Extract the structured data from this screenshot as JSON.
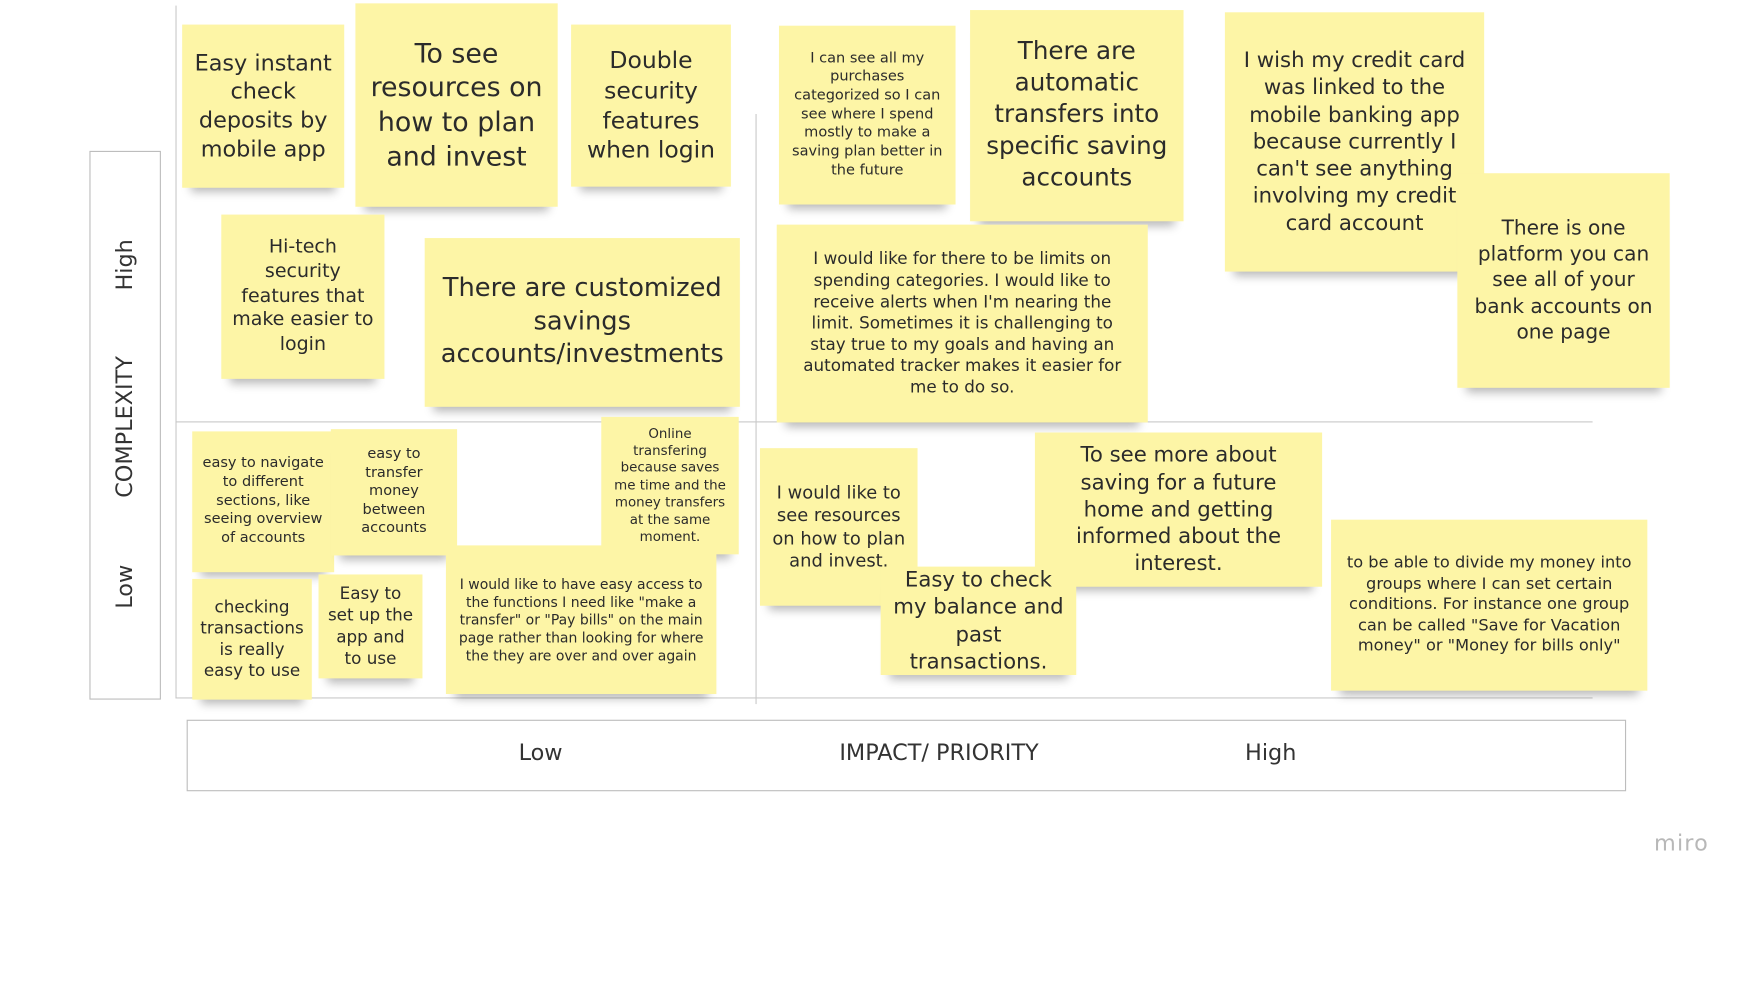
{
  "axes": {
    "x_title": "IMPACT/ PRIORITY",
    "x_low": "Low",
    "x_high": "High",
    "y_title": "COMPLEXITY",
    "y_low": "Low",
    "y_high": "High"
  },
  "notes": {
    "n1": "Easy instant check deposits by mobile app",
    "n2": "To see resources on how to plan and invest",
    "n3": "Double security features when login",
    "n4": "Hi-tech security features that make easier to login",
    "n5": "There are customized savings accounts/investments",
    "n6": "I can see all my purchases categorized so I can see where I spend mostly to make a saving plan better in the future",
    "n7": "There are automatic transfers into specific saving accounts",
    "n8": "I wish my credit card was linked to the mobile banking app because currently I can't see anything involving my credit card account",
    "n9": "There is one platform you can see all of your bank accounts on one page",
    "n10": "I would like for there to be limits on spending categories. I would like to receive alerts when I'm nearing the limit. Sometimes it is challenging to stay true to my goals and having an automated tracker makes it easier for me to do so.",
    "n11": "easy to navigate to different sections, like seeing overview of accounts",
    "n12": "easy to transfer money between accounts",
    "n13": "Online transfering because saves me time and the money transfers at the same moment.",
    "n14": "I would like to see resources on how to plan and invest.",
    "n15": "To see more about saving for a future home and getting informed about the interest.",
    "n16": "checking transactions is really easy to use",
    "n17": "Easy to set up the app and to use",
    "n18": "I would like to have easy access to the functions I need like \"make a transfer\" or \"Pay bills\"  on the main page rather than looking for where the they are over and over again",
    "n19": "Easy to check my balance and past transactions.",
    "n20": "to be able to divide my money into groups where I can set certain conditions. For instance one group can be called \"Save for Vacation money\" or \"Money for bills only\""
  },
  "brand": "miro",
  "colors": {
    "note": "#fdf5a6",
    "grid": "#c9c9c9",
    "brand": "#b8b8b8"
  }
}
